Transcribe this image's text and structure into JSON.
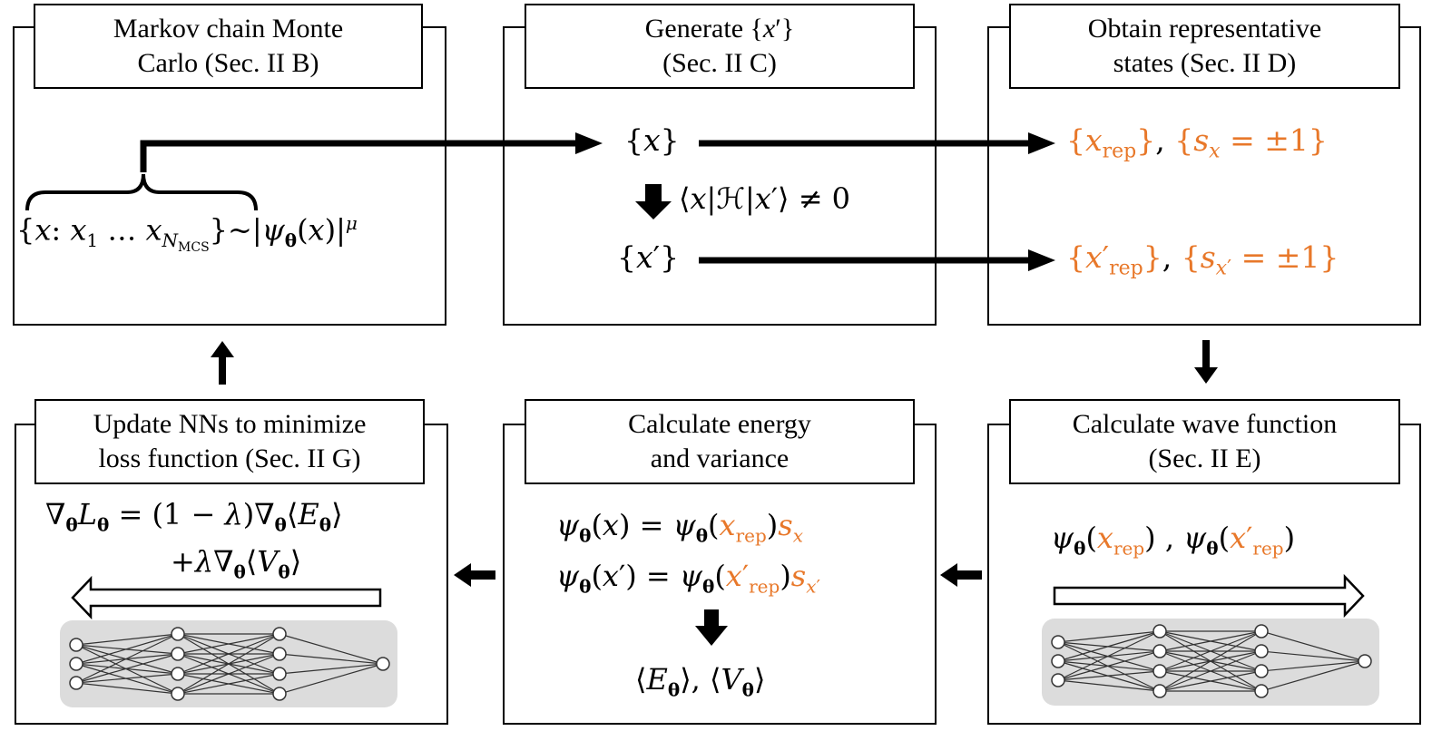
{
  "panels": {
    "mcmc": {
      "title_line1": "Markov chain Monte",
      "title_line2": "Carlo (Sec. II B)",
      "sample_expr": "{x: x₁ … x_NMCS}~|ψθ(x)|μ"
    },
    "generate": {
      "title_line1": "Generate {x′}",
      "title_line2": "(Sec. II C)",
      "set_x": "{x}",
      "matrix_element": "⟨x|ℋ|x′⟩ ≠ 0",
      "set_xprime": "{x′}"
    },
    "representative": {
      "title_line1": "Obtain representative",
      "title_line2": "states (Sec. II D)",
      "rep_x": "{x_rep}, {s_x = ±1}",
      "rep_xprime": "{x′_rep}, {s_x′ = ±1}"
    },
    "wavefunction": {
      "title_line1": "Calculate wave function",
      "title_line2": "(Sec. II E)",
      "expr": "ψθ(x_rep) , ψθ(x′_rep)"
    },
    "energy": {
      "title_line1": "Calculate energy",
      "title_line2": "and variance",
      "eq1": "ψθ(x) = ψθ(x_rep)s_x",
      "eq2": "ψθ(x′) = ψθ(x′_rep)s_x′",
      "result": "⟨Eθ⟩, ⟨Vθ⟩"
    },
    "update": {
      "title_line1": "Update NNs to minimize",
      "title_line2": "loss function (Sec. II G)",
      "grad_line1": "∇θLθ = (1 − λ)∇θ⟨Eθ⟩",
      "grad_line2": "+λ∇θ⟨Vθ⟩"
    }
  },
  "colors": {
    "highlight": "#e8782a",
    "network_bg": "#dcdcdc"
  }
}
